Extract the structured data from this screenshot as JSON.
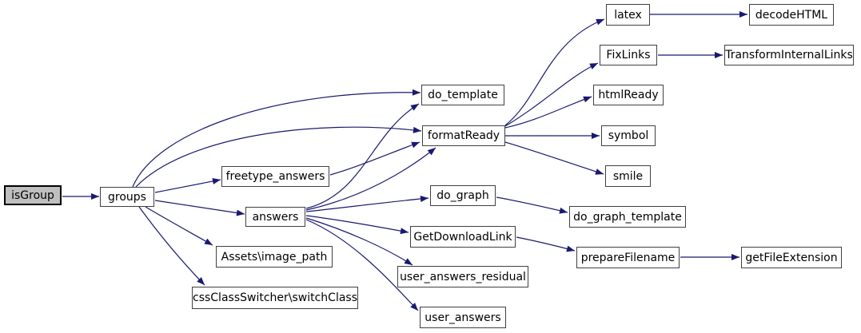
{
  "diagram": {
    "title": "isGroup call graph",
    "type": "call-graph",
    "edge_color": "#191970",
    "node_fill": "#ffffff",
    "node_border_color": "#404040",
    "highlight_fill": "#bfbfbf",
    "nodes": [
      {
        "id": "isGroup",
        "label": "isGroup",
        "highlighted": true
      },
      {
        "id": "groups",
        "label": "groups",
        "highlighted": false
      },
      {
        "id": "freetype_answers",
        "label": "freetype_answers",
        "highlighted": false
      },
      {
        "id": "answers",
        "label": "answers",
        "highlighted": false
      },
      {
        "id": "assets_image_path",
        "label": "Assets\\image_path",
        "highlighted": false
      },
      {
        "id": "css_switchclass",
        "label": "cssClassSwitcher\\switchClass",
        "highlighted": false
      },
      {
        "id": "do_template",
        "label": "do_template",
        "highlighted": false
      },
      {
        "id": "formatReady",
        "label": "formatReady",
        "highlighted": false
      },
      {
        "id": "do_graph",
        "label": "do_graph",
        "highlighted": false
      },
      {
        "id": "GetDownloadLink",
        "label": "GetDownloadLink",
        "highlighted": false
      },
      {
        "id": "user_answers_residual",
        "label": "user_answers_residual",
        "highlighted": false
      },
      {
        "id": "user_answers",
        "label": "user_answers",
        "highlighted": false
      },
      {
        "id": "latex",
        "label": "latex",
        "highlighted": false
      },
      {
        "id": "FixLinks",
        "label": "FixLinks",
        "highlighted": false
      },
      {
        "id": "htmlReady",
        "label": "htmlReady",
        "highlighted": false
      },
      {
        "id": "symbol",
        "label": "symbol",
        "highlighted": false
      },
      {
        "id": "smile",
        "label": "smile",
        "highlighted": false
      },
      {
        "id": "do_graph_template",
        "label": "do_graph_template",
        "highlighted": false
      },
      {
        "id": "prepareFilename",
        "label": "prepareFilename",
        "highlighted": false
      },
      {
        "id": "getFileExtension",
        "label": "getFileExtension",
        "highlighted": false
      },
      {
        "id": "decodeHTML",
        "label": "decodeHTML",
        "highlighted": false
      },
      {
        "id": "TransformInternalLinks",
        "label": "TransformInternalLinks",
        "highlighted": false
      }
    ],
    "edges": [
      {
        "from": "isGroup",
        "to": "groups"
      },
      {
        "from": "groups",
        "to": "do_template"
      },
      {
        "from": "groups",
        "to": "formatReady"
      },
      {
        "from": "groups",
        "to": "freetype_answers"
      },
      {
        "from": "groups",
        "to": "answers"
      },
      {
        "from": "groups",
        "to": "assets_image_path"
      },
      {
        "from": "groups",
        "to": "css_switchclass"
      },
      {
        "from": "freetype_answers",
        "to": "formatReady"
      },
      {
        "from": "answers",
        "to": "do_template"
      },
      {
        "from": "answers",
        "to": "formatReady"
      },
      {
        "from": "answers",
        "to": "do_graph"
      },
      {
        "from": "answers",
        "to": "GetDownloadLink"
      },
      {
        "from": "answers",
        "to": "user_answers_residual"
      },
      {
        "from": "answers",
        "to": "user_answers"
      },
      {
        "from": "formatReady",
        "to": "latex"
      },
      {
        "from": "formatReady",
        "to": "FixLinks"
      },
      {
        "from": "formatReady",
        "to": "htmlReady"
      },
      {
        "from": "formatReady",
        "to": "symbol"
      },
      {
        "from": "formatReady",
        "to": "smile"
      },
      {
        "from": "latex",
        "to": "decodeHTML"
      },
      {
        "from": "FixLinks",
        "to": "TransformInternalLinks"
      },
      {
        "from": "do_graph",
        "to": "do_graph_template"
      },
      {
        "from": "GetDownloadLink",
        "to": "prepareFilename"
      },
      {
        "from": "prepareFilename",
        "to": "getFileExtension"
      }
    ]
  }
}
